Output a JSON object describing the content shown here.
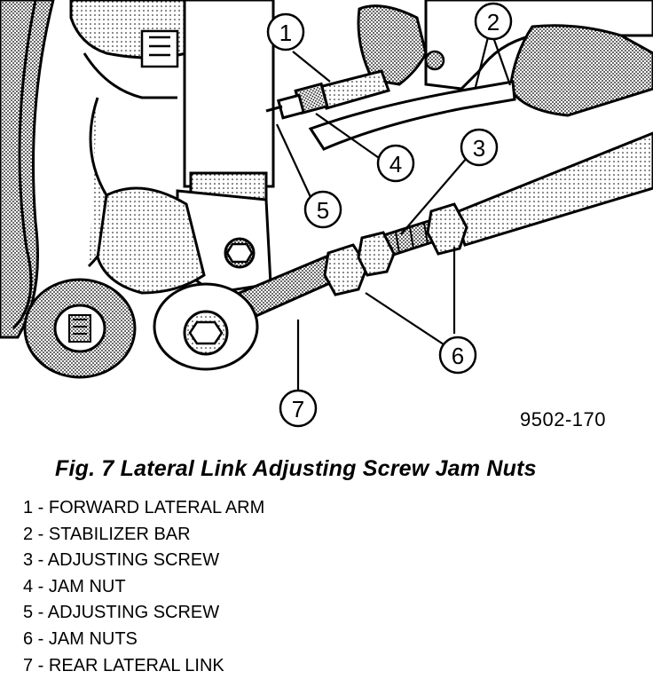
{
  "figure": {
    "code": "9502-170",
    "caption": "Fig. 7 Lateral Link Adjusting Screw Jam Nuts",
    "callouts": [
      "1",
      "2",
      "3",
      "4",
      "5",
      "6",
      "7"
    ]
  },
  "legend": [
    "1 - FORWARD LATERAL ARM",
    "2 - STABILIZER BAR",
    "3 - ADJUSTING SCREW",
    "4 - JAM NUT",
    "5 - ADJUSTING SCREW",
    "6 - JAM NUTS",
    "7 - REAR LATERAL LINK"
  ]
}
